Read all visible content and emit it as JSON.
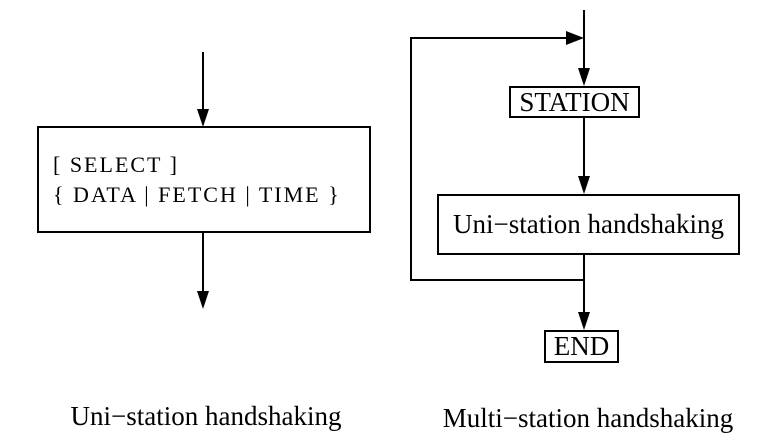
{
  "left_diagram": {
    "box": {
      "line1": "[ SELECT ]",
      "line2": "{ DATA | FETCH | TIME }"
    },
    "caption": "Uni−station handshaking"
  },
  "right_diagram": {
    "station_label": "STATION",
    "process_label": "Uni−station handshaking",
    "end_label": "END",
    "caption": "Multi−station handshaking"
  },
  "colors": {
    "line": "#000000",
    "background": "#ffffff"
  }
}
